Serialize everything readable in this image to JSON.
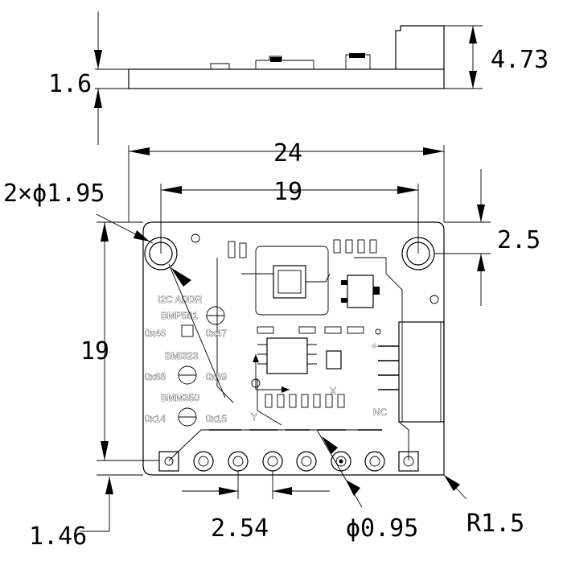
{
  "dimensions": {
    "thickness": "1.6",
    "height_side": "4.73",
    "width": "24",
    "hole_spacing": "19",
    "hole_label": "2×ϕ1.95",
    "hole_offset": "2.5",
    "height": "19",
    "bottom_offset": "1.46",
    "pitch": "2.54",
    "pin_hole": "ϕ0.95",
    "corner_radius": "R1.5"
  },
  "silkscreen": {
    "i2c_addr": "I2C ADDR",
    "bmp581": "BMP581",
    "bmp_left": "0x46",
    "bmp_right": "0x47",
    "bmi323": "BMI323",
    "bmi_left": "0x68",
    "bmi_right": "0x69",
    "bmm350": "BMM350",
    "bmm_left": "0x14",
    "bmm_right": "0x15",
    "axis_x": "X",
    "axis_y": "Y",
    "plus": "+",
    "nc": "NC"
  }
}
